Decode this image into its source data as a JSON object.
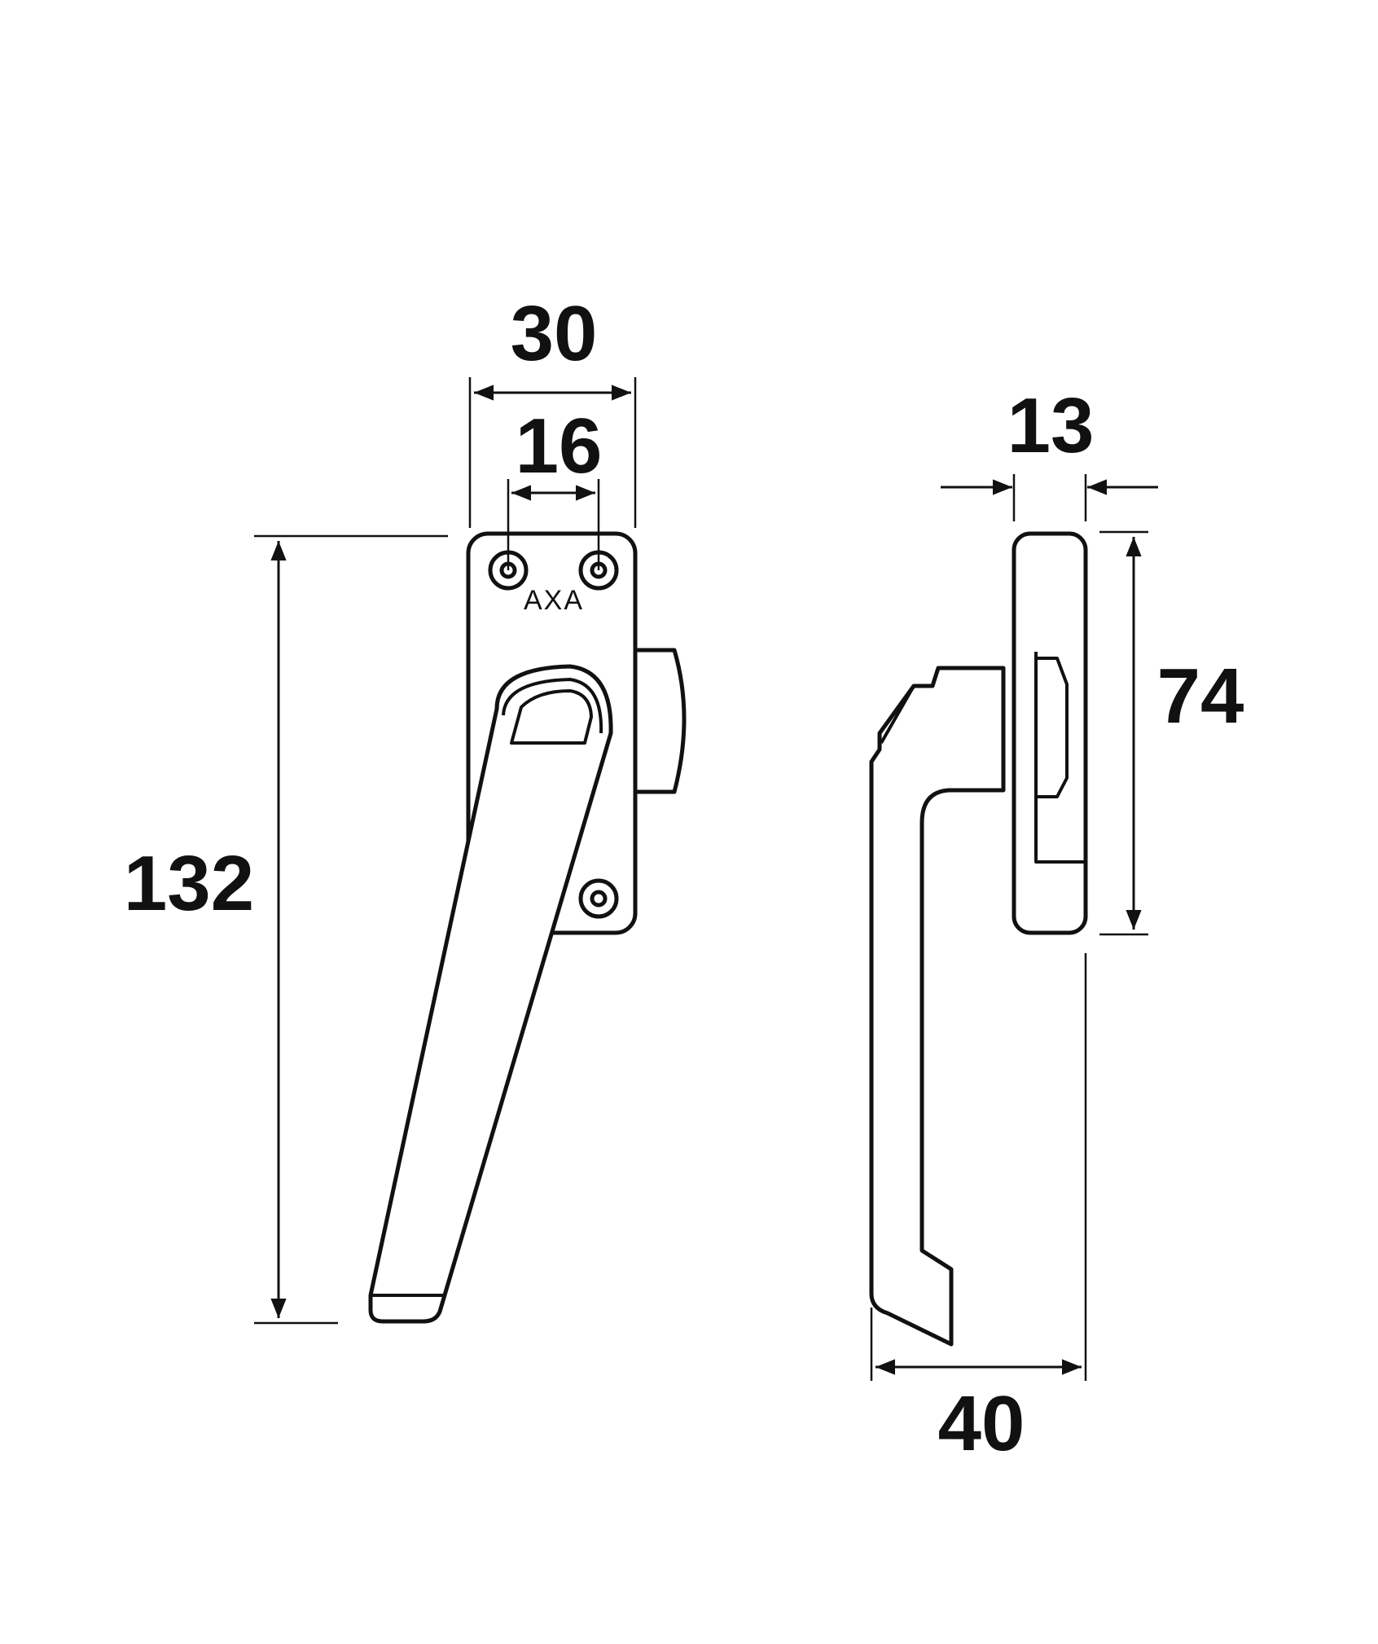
{
  "diagram": {
    "brand": "AXA",
    "dimensions": {
      "plate_width": "30",
      "hole_spacing": "16",
      "overall_height": "132",
      "plate_depth": "13",
      "plate_height": "74",
      "projection": "40"
    },
    "line_color": "#111111",
    "background": "#ffffff"
  }
}
